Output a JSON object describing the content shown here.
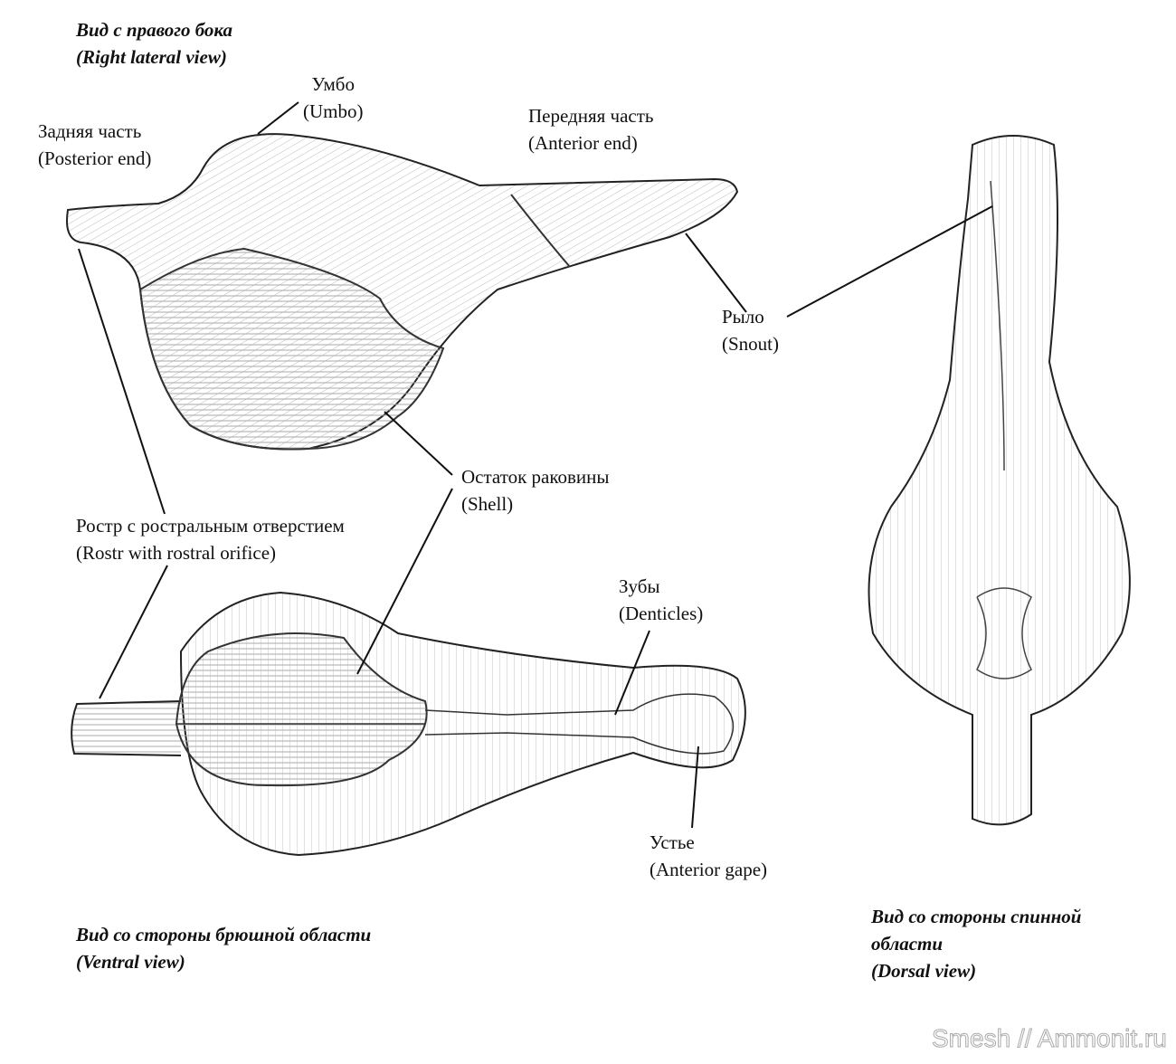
{
  "titles": {
    "lateral": {
      "ru": "Вид с правого бока",
      "en": "(Right lateral view)"
    },
    "ventral": {
      "ru": "Вид со стороны брюшной области",
      "en": "(Ventral view)"
    },
    "dorsal": {
      "ru1": "Вид со стороны спинной",
      "ru2": "области",
      "en": "(Dorsal view)"
    }
  },
  "labels": {
    "umbo": {
      "ru": "Умбо",
      "en": "(Umbo)"
    },
    "posterior": {
      "ru": "Задняя часть",
      "en": "(Posterior end)"
    },
    "anterior": {
      "ru": "Передняя часть",
      "en": "(Anterior end)"
    },
    "snout": {
      "ru": "Рыло",
      "en": "(Snout)"
    },
    "shell": {
      "ru": "Остаток раковины",
      "en": "(Shell)"
    },
    "rostr": {
      "ru": "Ростр с ростральным отверстием",
      "en": "(Rostr with rostral orifice)"
    },
    "denticles": {
      "ru": "Зубы",
      "en": "(Denticles)"
    },
    "gape": {
      "ru": "Устье",
      "en": "(Anterior gape)"
    }
  },
  "watermark": "Smesh // Ammonit.ru"
}
